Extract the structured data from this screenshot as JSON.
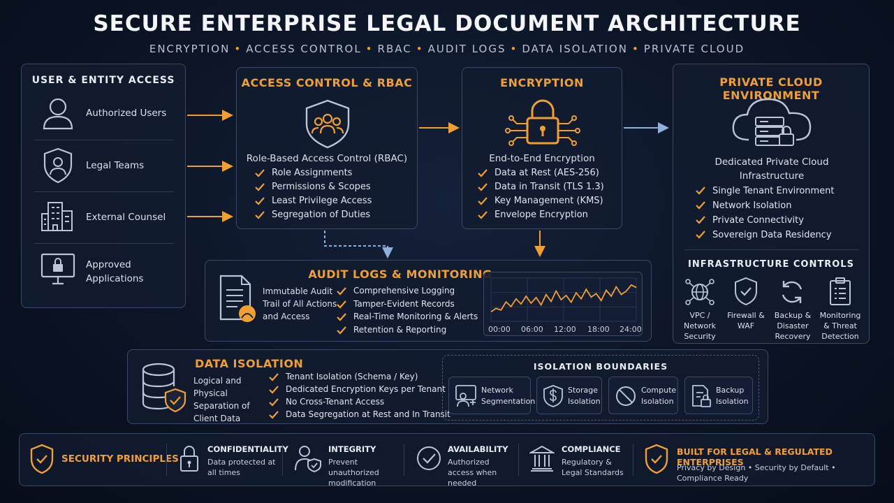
{
  "header": {
    "title": "SECURE ENTERPRISE LEGAL DOCUMENT ARCHITECTURE",
    "subtitle": [
      "ENCRYPTION",
      "ACCESS CONTROL",
      "RBAC",
      "AUDIT LOGS",
      "DATA ISOLATION",
      "PRIVATE CLOUD"
    ],
    "separator": "•"
  },
  "user_access": {
    "title": "USER & ENTITY ACCESS",
    "items": [
      {
        "label": "Authorized Users",
        "icon": "user-icon"
      },
      {
        "label": "Legal Teams",
        "icon": "shield-user-icon"
      },
      {
        "label": "External Counsel",
        "icon": "building-icon"
      },
      {
        "label": "Approved Applications",
        "icon": "monitor-lock-icon"
      }
    ]
  },
  "access_control": {
    "title": "ACCESS CONTROL & RBAC",
    "icon": "shield-group-icon",
    "subtitle": "Role-Based Access Control (RBAC)",
    "items": [
      "Role Assignments",
      "Permissions & Scopes",
      "Least Privilege Access",
      "Segregation of Duties"
    ]
  },
  "encryption": {
    "title": "ENCRYPTION",
    "icon": "padlock-circuit-icon",
    "subtitle": "End-to-End Encryption",
    "items": [
      "Data at Rest (AES-256)",
      "Data in Transit (TLS 1.3)",
      "Key Management (KMS)",
      "Envelope Encryption"
    ]
  },
  "private_cloud": {
    "title": "PRIVATE CLOUD ENVIRONMENT",
    "icon": "cloud-server-lock-icon",
    "subtitle": "Dedicated Private Cloud Infrastructure",
    "items": [
      "Single Tenant Environment",
      "Network Isolation",
      "Private Connectivity",
      "Sovereign Data Residency"
    ],
    "controls_title": "INFRASTRUCTURE CONTROLS",
    "controls": [
      {
        "label": "VPC / Network Security",
        "icon": "network-globe-icon"
      },
      {
        "label": "Firewall & WAF",
        "icon": "shield-check-icon"
      },
      {
        "label": "Backup & Disaster Recovery",
        "icon": "refresh-icon"
      },
      {
        "label": "Monitoring & Threat Detection",
        "icon": "clipboard-icon"
      }
    ]
  },
  "audit": {
    "title": "AUDIT LOGS & MONITORING",
    "icon": "document-log-icon",
    "description": "Immutable Audit Trail of All Actions and Access",
    "items": [
      "Comprehensive Logging",
      "Tamper-Evident Records",
      "Real-Time Monitoring & Alerts",
      "Retention & Reporting"
    ],
    "chart_times": [
      "00:00",
      "06:00",
      "12:00",
      "18:00",
      "24:00"
    ]
  },
  "chart_data": {
    "type": "line",
    "x_labels": [
      "00:00",
      "06:00",
      "12:00",
      "18:00",
      "24:00"
    ],
    "values": [
      22,
      30,
      26,
      45,
      34,
      52,
      40,
      58,
      42,
      55,
      38,
      62,
      46,
      70,
      50,
      60,
      44,
      66,
      52,
      74,
      56,
      64,
      48,
      72,
      58,
      80,
      62,
      70,
      84,
      78
    ],
    "ylim": [
      0,
      100
    ],
    "grid": true
  },
  "data_isolation": {
    "title": "DATA ISOLATION",
    "icon": "database-shield-icon",
    "description": "Logical and Physical Separation of Client Data",
    "items": [
      "Tenant Isolation (Schema / Key)",
      "Dedicated Encryption Keys per Tenant",
      "No Cross-Tenant Access",
      "Data Segregation at Rest and In Transit"
    ],
    "boundaries_title": "ISOLATION BOUNDARIES",
    "boundaries": [
      {
        "label": "Network Segmentation",
        "icon": "network-user-icon"
      },
      {
        "label": "Storage Isolation",
        "icon": "dollar-shield-icon"
      },
      {
        "label": "Compute Isolation",
        "icon": "no-entry-icon"
      },
      {
        "label": "Backup Isolation",
        "icon": "document-lock-icon"
      }
    ]
  },
  "principles": {
    "title": "SECURITY PRINCIPLES",
    "items": [
      {
        "name": "CONFIDENTIALITY",
        "desc": "Data protected at all times",
        "icon": "padlock-icon"
      },
      {
        "name": "INTEGRITY",
        "desc": "Prevent unauthorized modification",
        "icon": "user-shield-icon"
      },
      {
        "name": "AVAILABILITY",
        "desc": "Authorized access when needed",
        "icon": "check-circle-icon"
      },
      {
        "name": "COMPLIANCE",
        "desc": "Regulatory & Legal Standards",
        "icon": "courthouse-icon"
      }
    ],
    "built_title": "BUILT FOR LEGAL & REGULATED ENTERPRISES",
    "built_desc": "Privacy by Design • Security by Default • Compliance Ready"
  },
  "colors": {
    "accent": "#f0a030",
    "panel_border": "#3a4a66",
    "arrow_blue": "#8fb0d8"
  }
}
